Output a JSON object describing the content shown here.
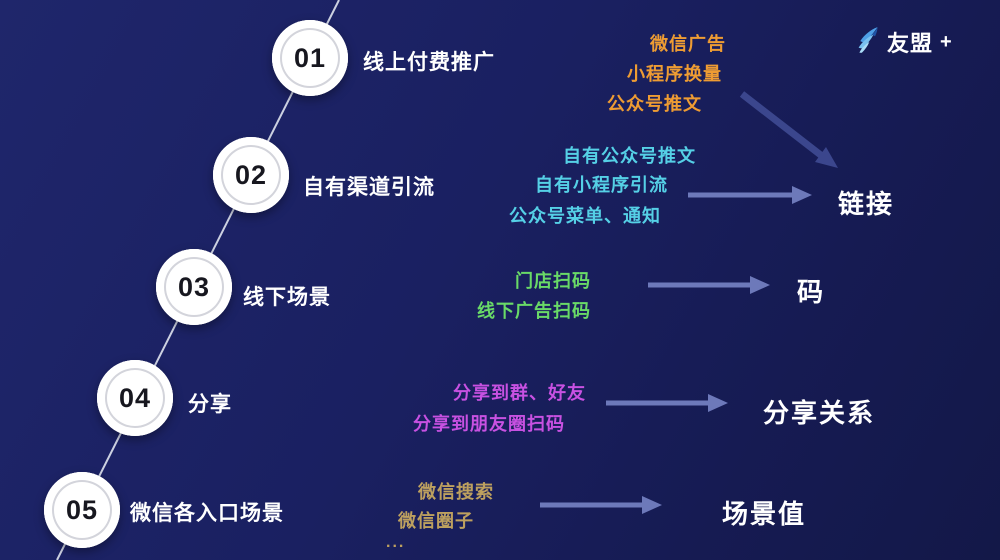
{
  "brand": {
    "name": "友盟",
    "plus": "+"
  },
  "steps": [
    {
      "num": "01",
      "label": "线上付费推广"
    },
    {
      "num": "02",
      "label": "自有渠道引流"
    },
    {
      "num": "03",
      "label": "线下场景"
    },
    {
      "num": "04",
      "label": "分享"
    },
    {
      "num": "05",
      "label": "微信各入口场景"
    }
  ],
  "channels": {
    "online_paid": {
      "color": "#ee9c33",
      "items": [
        "微信广告",
        "小程序换量",
        "公众号推文"
      ]
    },
    "own_channel": {
      "color": "#55d0e6",
      "items": [
        "自有公众号推文",
        "自有小程序引流",
        "公众号菜单、通知"
      ]
    },
    "offline": {
      "color": "#69da67",
      "items": [
        "门店扫码",
        "线下广告扫码"
      ]
    },
    "share": {
      "color": "#c851e2",
      "items": [
        "分享到群、好友",
        "分享到朋友圈扫码"
      ]
    },
    "wechat_entry": {
      "color": "#bda05f",
      "items": [
        "微信搜索",
        "微信圈子",
        "..."
      ]
    }
  },
  "targets": {
    "link": "链接",
    "code": "码",
    "share_relation": "分享关系",
    "scene_value": "场景值"
  }
}
